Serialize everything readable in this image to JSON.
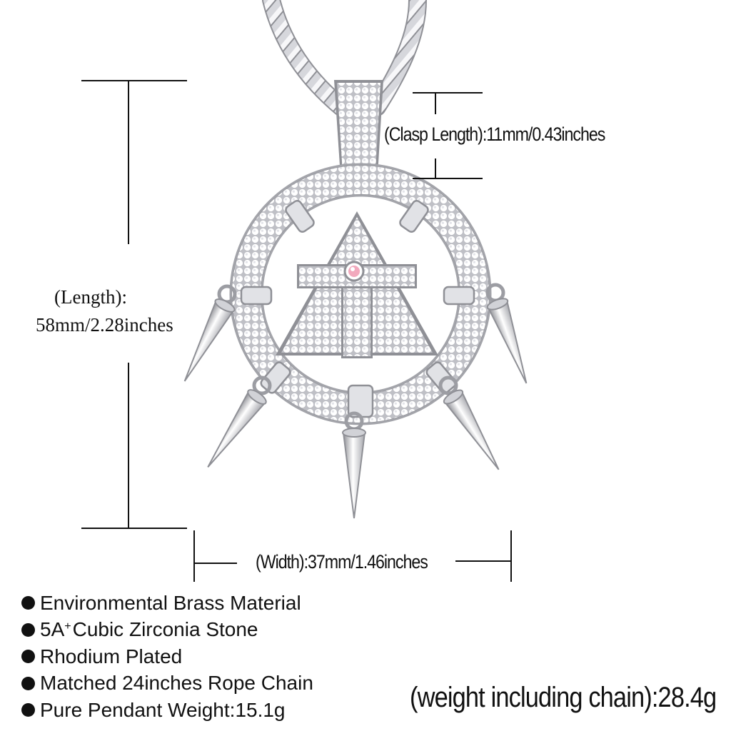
{
  "dimensions": {
    "clasp": "(Clasp Length):11mm/0.43inches",
    "length_line1": "(Length):",
    "length_line2": "58mm/2.28inches",
    "width": "(Width):37mm/1.46inches"
  },
  "features": [
    {
      "text": "Environmental Brass Material"
    },
    {
      "prefix": "5A",
      "sup": "+",
      "text": "Cubic Zirconia Stone"
    },
    {
      "text": "Rhodium Plated"
    },
    {
      "text": "Matched 24inches Rope Chain"
    },
    {
      "text": "Pure Pendant Weight:15.1g"
    }
  ],
  "weight_note": "(weight including chain):28.4g",
  "colors": {
    "metal_light": "#f4f4f6",
    "metal_mid": "#c9cacf",
    "metal_dark": "#8d8e94",
    "stone_center": "#f2a9bd",
    "line": "#111111"
  }
}
